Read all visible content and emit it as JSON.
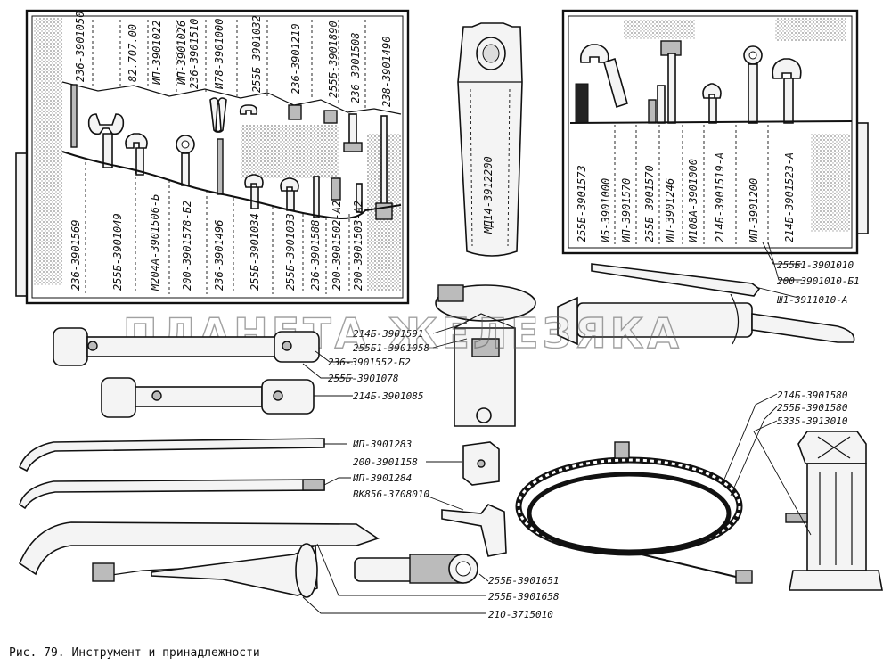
{
  "figure": {
    "caption": "Рис. 79. Инструмент и принадлежности",
    "watermark": "ПЛАНЕТА ЖЕЛЕЗЯКА"
  },
  "left_kit": {
    "top_row": [
      "236-3901050",
      "82.707.00",
      "ИП-3901022",
      "ИП-3901026",
      "236-3901510",
      "И78-3901000",
      "255Б-3901032",
      "236-3901210",
      "255Б-3901890",
      "236-3901508",
      "238-3901490"
    ],
    "bottom_row": [
      "236-3901569",
      "255Б-3901049",
      "М204А-3901506-Б",
      "200-3901578-Б2",
      "236-3901496",
      "255Б-3901034",
      "255Б-3901033",
      "236-3901588",
      "200-3901502-А2",
      "200-3901503-А2"
    ]
  },
  "right_kit": {
    "row": [
      "255Б-3901573",
      "И5-3901000",
      "ИП-3901570",
      "255Б-3901570",
      "ИП-3901246",
      "И108А-3901000",
      "214Б-3901519-А",
      "ИП-3901200",
      "214Б-3901523-А"
    ],
    "labels": [
      "255Б1-3901010",
      "200-3901010-Б1",
      "Ш1-3911010-А"
    ]
  },
  "pouch": {
    "label": "МД14-3912200"
  },
  "grease_labels": [
    "214Б-3901591",
    "255Б1-3901058"
  ],
  "wrench_labels": [
    "236-3901552-Б2",
    "255Б-3901078",
    "214Б-3901085"
  ],
  "lever_labels": [
    "ИП-3901283",
    "ИП-3901284"
  ],
  "small_labels": [
    "200-3901158",
    "ВК856-3708010"
  ],
  "bottom_labels": [
    "255Б-3901651",
    "255Б-3901658",
    "210-3715010"
  ],
  "jack_labels": [
    "214Б-3901580",
    "255Б-3901580",
    "5335-3913010"
  ]
}
